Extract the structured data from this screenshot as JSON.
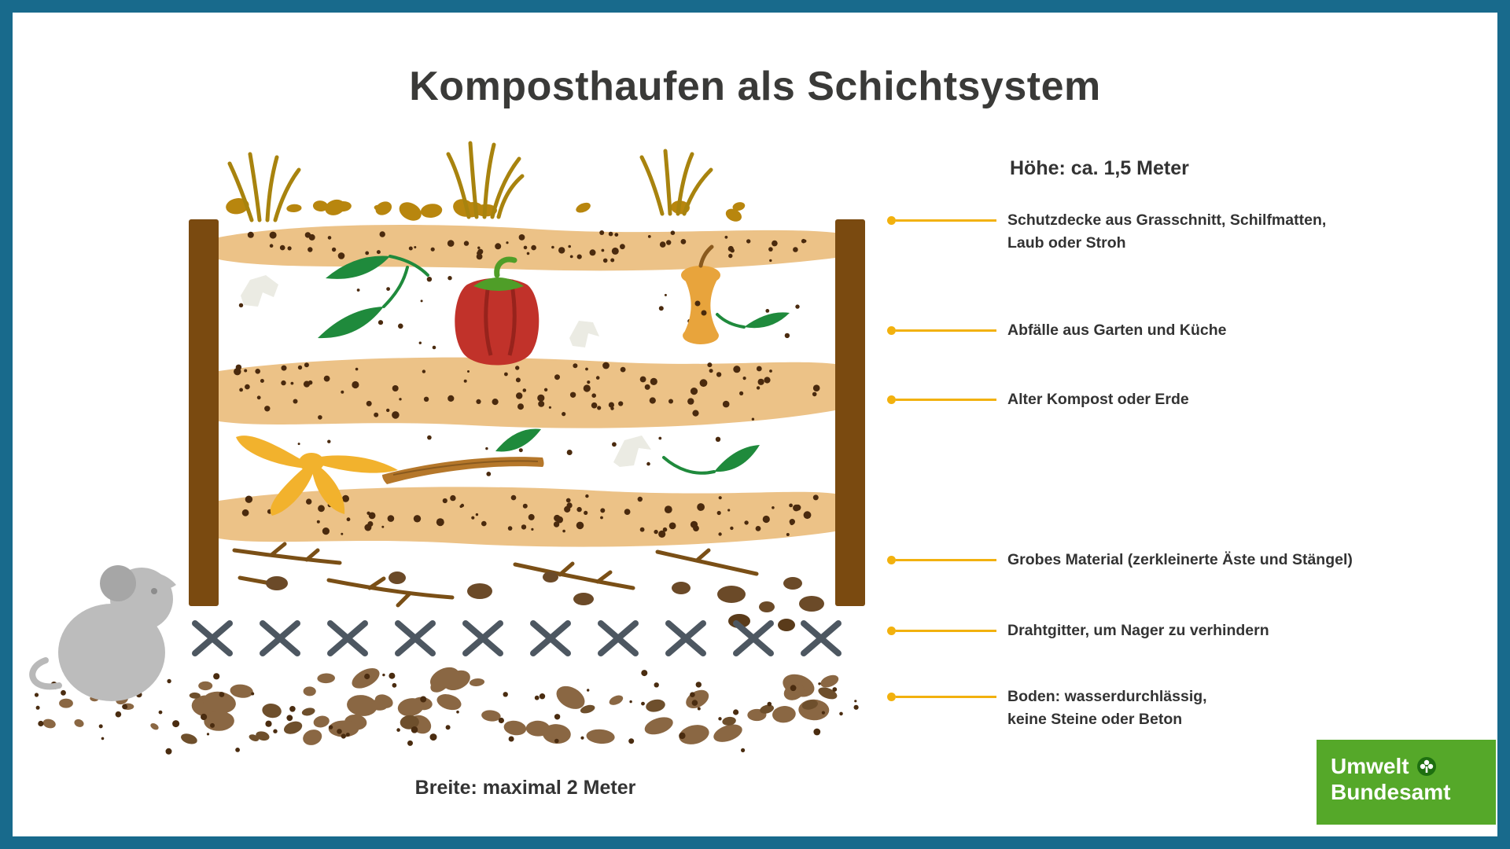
{
  "title": "Komposthaufen als Schichtsystem",
  "height_note": "Höhe: ca. 1,5 Meter",
  "width_note": "Breite: maximal 2 Meter",
  "labels": [
    {
      "line1": "Schutzdecke aus Grasschnitt, Schilfmatten,",
      "line2": "Laub oder Stroh"
    },
    {
      "line1": "Abfälle aus Garten und Küche"
    },
    {
      "line1": "Alter Kompost oder Erde"
    },
    {
      "line1": "Grobes Material (zerkleinerte Äste und Stängel)"
    },
    {
      "line1": "Drahtgitter, um Nager zu verhindern"
    },
    {
      "line1": "Boden: wasserdurchlässig,",
      "line2": "keine Steine oder Beton"
    }
  ],
  "logo": {
    "line1": "Umwelt",
    "line2": "Bundesamt"
  },
  "colors": {
    "frame": "#186a8c",
    "accent_yellow": "#f2b10e",
    "layer_tan": "#ecc287",
    "speckle_brown": "#4a2a0e",
    "post_brown": "#7a4a10",
    "logo_green": "#55a829",
    "text_dark": "#333333"
  }
}
